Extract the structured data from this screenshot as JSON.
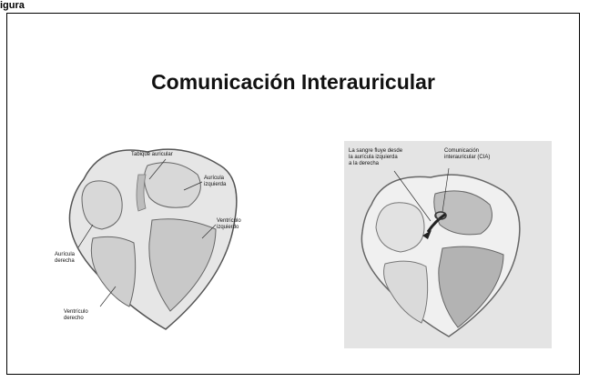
{
  "figure": {
    "caption": "igura"
  },
  "slide": {
    "title": "Comunicación Interauricular",
    "left_labels": {
      "septum": "Tabique auricular",
      "left_atrium": "Aurícula\nizquierda",
      "left_ventricle": "Ventrículo\nizquierdo",
      "right_atrium": "Aurícula\nderecha",
      "right_ventricle": "Ventrículo\nderecho"
    },
    "right_labels": {
      "flow": "La sangre fluye desde\nla aurícula izquierda\na la derecha",
      "defect": "Comunicación\ninterauricular (CIA)"
    }
  }
}
